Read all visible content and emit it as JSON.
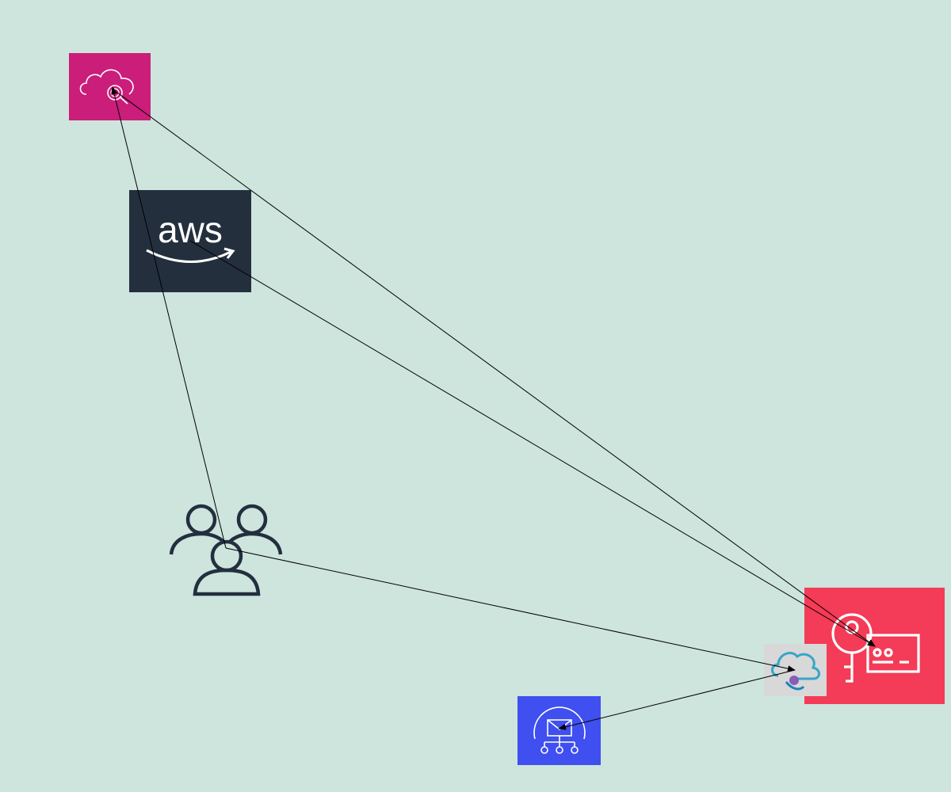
{
  "diagram": {
    "background": "#cde5dd",
    "nodes": [
      {
        "id": "cloud-search",
        "icon": "cloud-search-icon",
        "color": "#cb1d7a"
      },
      {
        "id": "aws",
        "icon": "aws-logo-icon",
        "label": "aws",
        "color": "#242f3e"
      },
      {
        "id": "users",
        "icon": "users-group-icon",
        "color": "#232f3e"
      },
      {
        "id": "key",
        "icon": "key-credential-icon",
        "color": "#f43b57"
      },
      {
        "id": "cloud-azure",
        "icon": "cloud-connect-icon",
        "color": "#d8d8d8"
      },
      {
        "id": "messaging",
        "icon": "message-hub-icon",
        "color": "#3f4ff0"
      }
    ],
    "edges": [
      {
        "from": "cloud-search",
        "to": "key"
      },
      {
        "from": "aws",
        "to": "key"
      },
      {
        "from": "users",
        "to": "cloud-search"
      },
      {
        "from": "users",
        "to": "cloud-azure"
      },
      {
        "from": "cloud-azure",
        "to": "messaging"
      }
    ],
    "edge_color": "#000000"
  }
}
